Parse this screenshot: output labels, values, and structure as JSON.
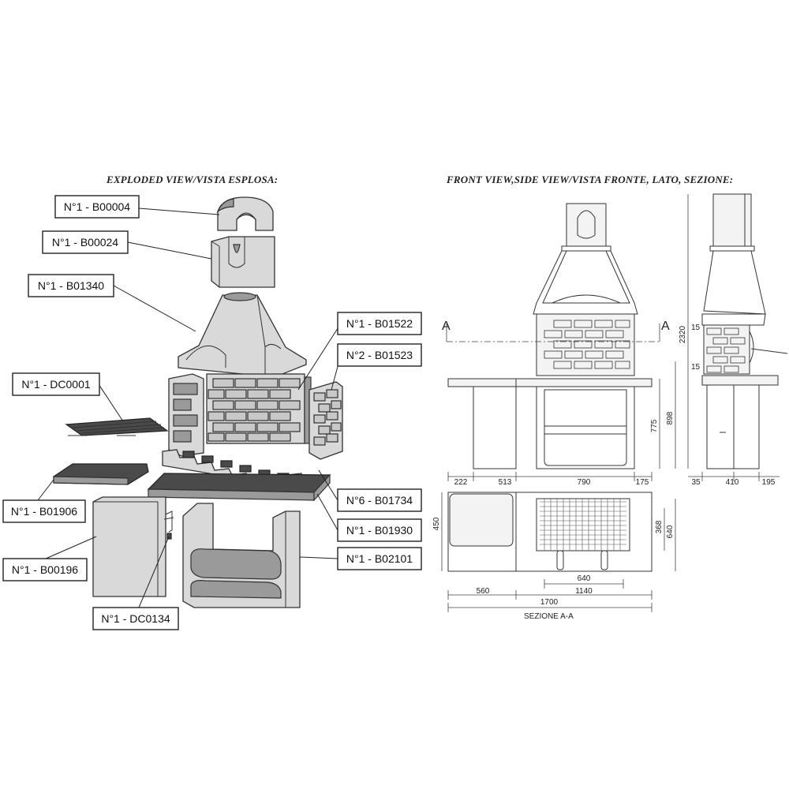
{
  "headings": {
    "exploded": "EXPLODED VIEW/VISTA ESPLOSA:",
    "front": "FRONT VIEW,SIDE VIEW/VISTA FRONTE, LATO, SEZIONE:"
  },
  "parts": [
    {
      "label": "N°1 - B00004"
    },
    {
      "label": "N°1 - B00024"
    },
    {
      "label": "N°1 - B01340"
    },
    {
      "label": "N°1 - B01522"
    },
    {
      "label": "N°2 - B01523"
    },
    {
      "label": "N°1 - DC0001"
    },
    {
      "label": "N°1 - B01906"
    },
    {
      "label": "N°6 - B01734"
    },
    {
      "label": "N°1 - B01930"
    },
    {
      "label": "N°1 - B00196"
    },
    {
      "label": "N°1 - B02101"
    },
    {
      "label": "N°1 - DC0134"
    }
  ],
  "section_markers": {
    "left": "A",
    "right": "A"
  },
  "dimensions": {
    "front_width_segments": [
      "222",
      "513",
      "790",
      "175"
    ],
    "front_heights": [
      "775",
      "898"
    ],
    "side_height_total": "2320",
    "side_small": [
      "15",
      "15"
    ],
    "side_width_segments": [
      "35",
      "410",
      "195"
    ],
    "plan_depth": "450",
    "plan_grill_depths": [
      "368",
      "640"
    ],
    "plan_grill_width": "640",
    "plan_segments": [
      "560",
      "1140"
    ],
    "plan_total": "1700"
  },
  "section_label": "SEZIONE  A-A"
}
